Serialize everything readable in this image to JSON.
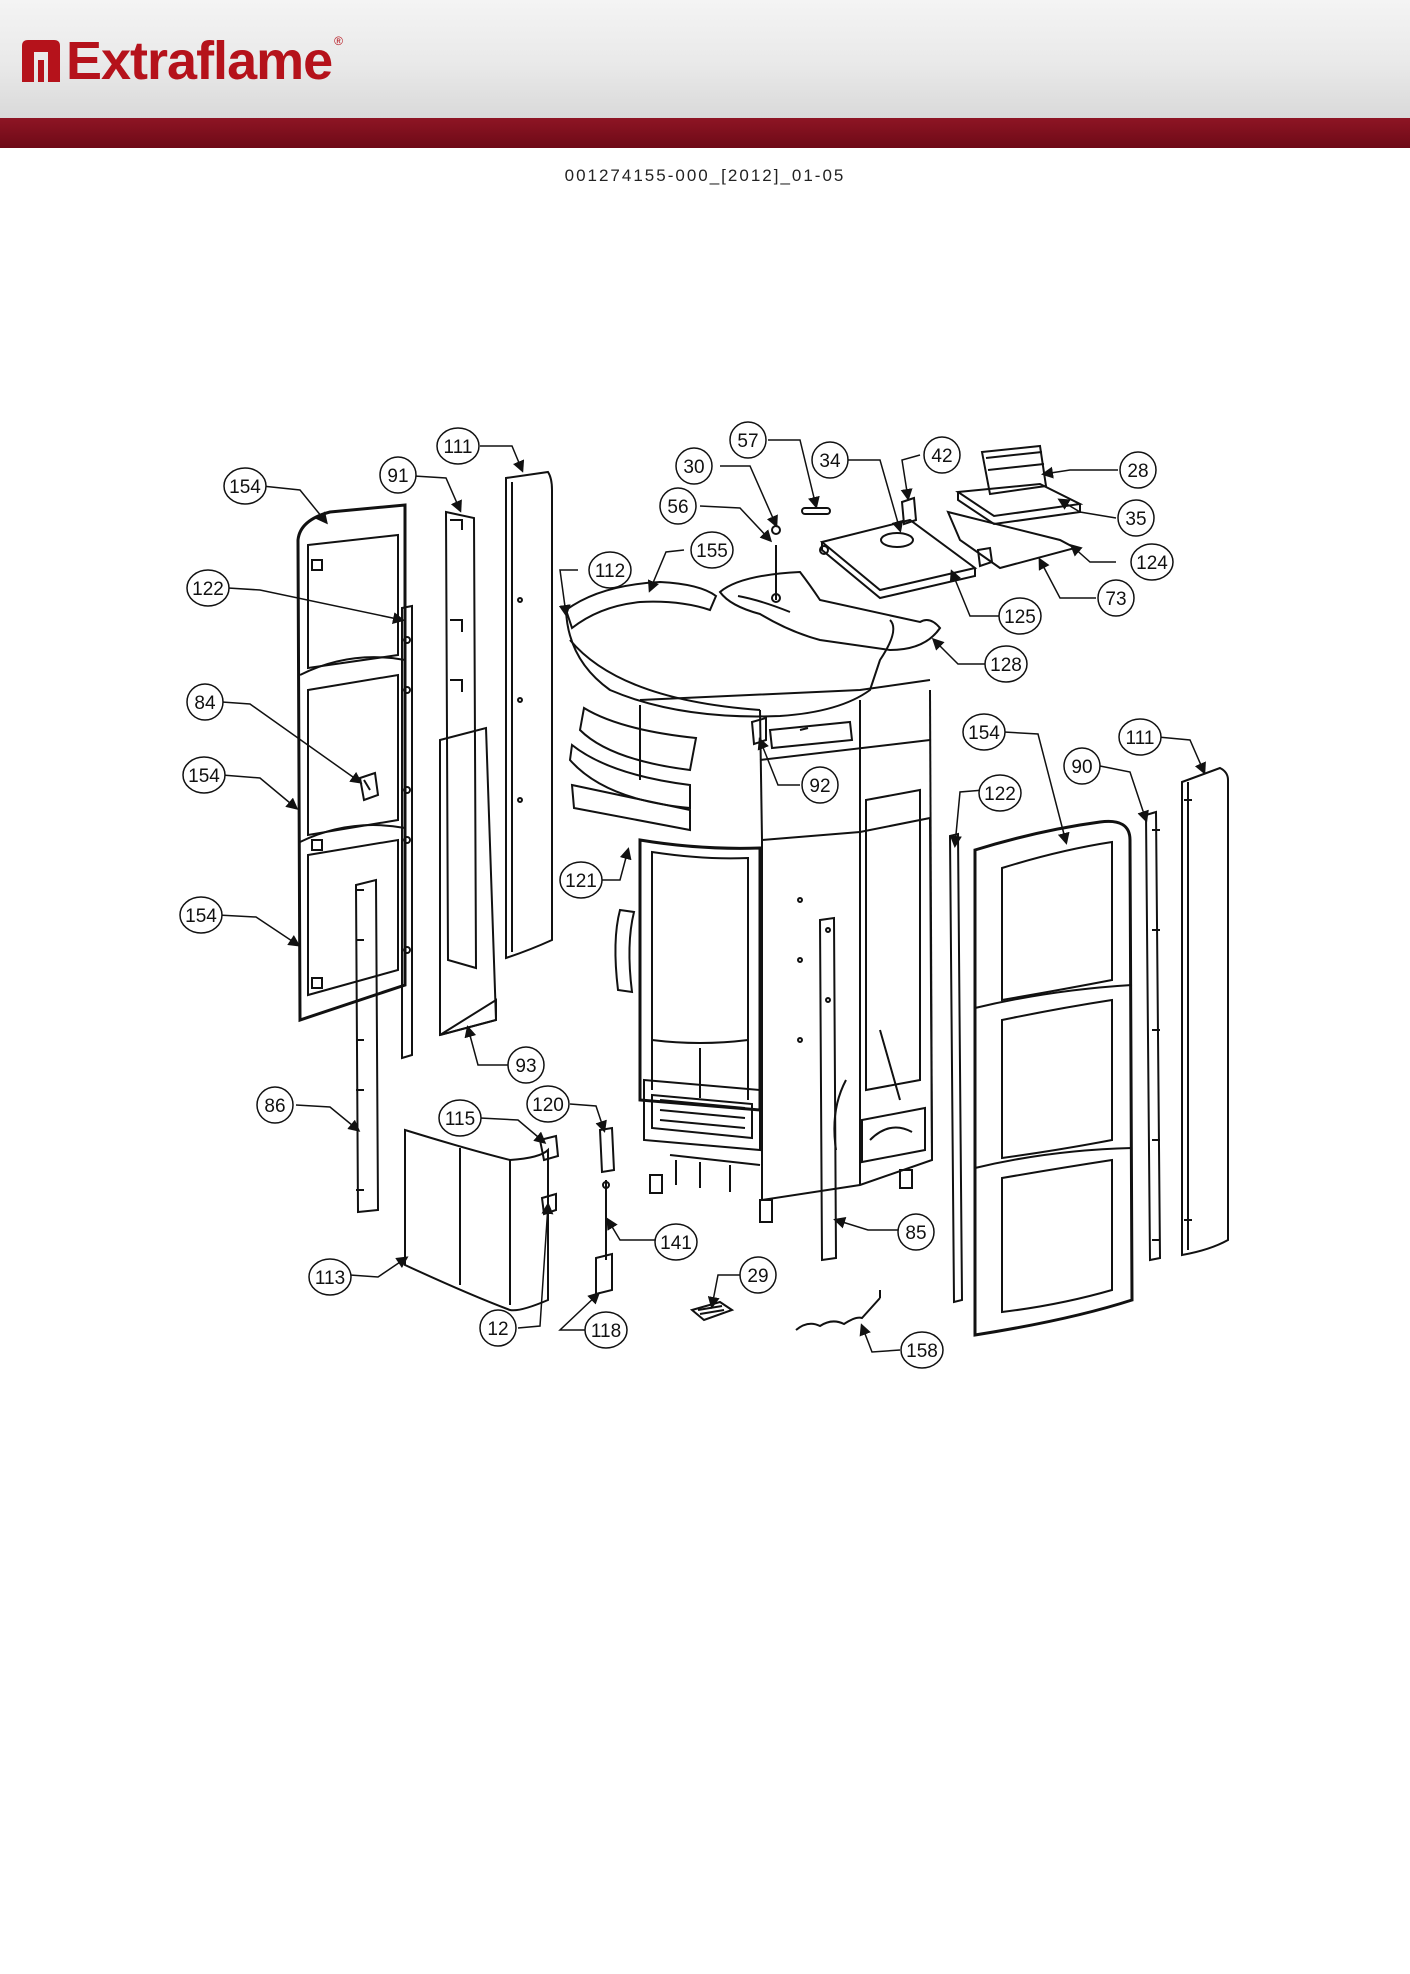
{
  "header": {
    "brand": "Extraflame",
    "registered_mark": "®",
    "accent_color": "#7a0e1c",
    "logo_color": "#b5121b"
  },
  "document": {
    "code": "001274155-000_[2012]_01-05"
  },
  "callouts": [
    {
      "label": "111"
    },
    {
      "label": "154"
    },
    {
      "label": "91"
    },
    {
      "label": "122"
    },
    {
      "label": "84"
    },
    {
      "label": "154"
    },
    {
      "label": "154"
    },
    {
      "label": "86"
    },
    {
      "label": "93"
    },
    {
      "label": "112"
    },
    {
      "label": "155"
    },
    {
      "label": "30"
    },
    {
      "label": "56"
    },
    {
      "label": "57"
    },
    {
      "label": "34"
    },
    {
      "label": "42"
    },
    {
      "label": "28"
    },
    {
      "label": "35"
    },
    {
      "label": "124"
    },
    {
      "label": "73"
    },
    {
      "label": "125"
    },
    {
      "label": "128"
    },
    {
      "label": "92"
    },
    {
      "label": "121"
    },
    {
      "label": "154"
    },
    {
      "label": "90"
    },
    {
      "label": "111"
    },
    {
      "label": "122"
    },
    {
      "label": "115"
    },
    {
      "label": "120"
    },
    {
      "label": "141"
    },
    {
      "label": "113"
    },
    {
      "label": "12"
    },
    {
      "label": "118"
    },
    {
      "label": "29"
    },
    {
      "label": "158"
    },
    {
      "label": "85"
    }
  ]
}
